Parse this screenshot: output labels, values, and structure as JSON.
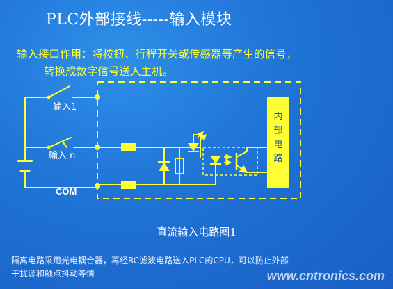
{
  "title": "PLC外部接线-----输入模块",
  "description": {
    "line1": "输入接口作用：将按钮、行程开关或传感器等产生的信号，",
    "line2": "转换成数字信号送入主机。"
  },
  "circuit": {
    "input1_label": "输入1",
    "inputn_label": "输入 n",
    "com_label": "COM",
    "internal_circuit_label": [
      "内",
      "部",
      "电",
      "路"
    ]
  },
  "caption": "直流输入电路图1",
  "note": {
    "line1": "隔离电路采用光电耦合器，再经RC滤波电路送入PLC的CPU，可以防止外部",
    "line2": "干扰源和触点抖动等情"
  },
  "watermark": "www.cntronics.com",
  "colors": {
    "wire": "#ffff33",
    "title": "#ffffff",
    "background": "#1f72d6",
    "block_fill": "#ffff33"
  }
}
